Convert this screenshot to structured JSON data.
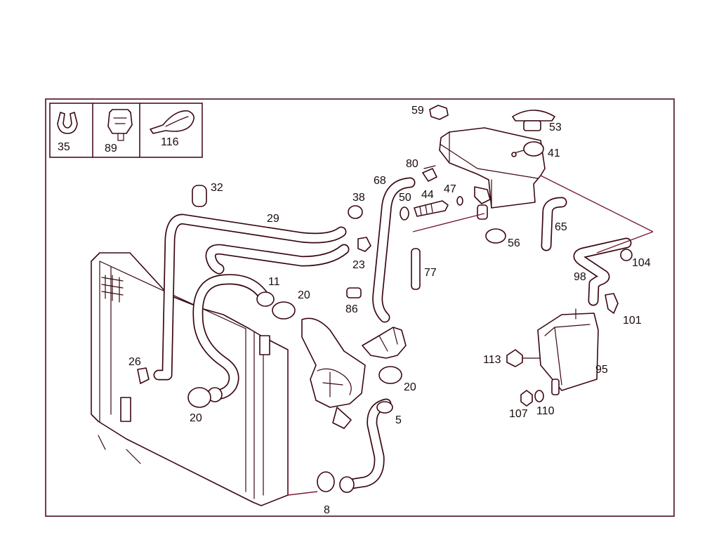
{
  "inset_labels": [
    "35",
    "89",
    "116"
  ],
  "callouts": {
    "c32": "32",
    "c29": "29",
    "c38": "38",
    "c23": "23",
    "c68": "68",
    "c80": "80",
    "c59": "59",
    "c53": "53",
    "c41": "41",
    "c50": "50",
    "c44": "44",
    "c47": "47",
    "c65": "65",
    "c56": "56",
    "c104": "104",
    "c98": "98",
    "c11": "11",
    "c20a": "20",
    "c86": "86",
    "c77": "77",
    "c101": "101",
    "c26": "26",
    "c20b": "20",
    "c20c": "20",
    "c113": "113",
    "c95": "95",
    "c5": "5",
    "c107": "107",
    "c110": "110",
    "c8": "8"
  },
  "colors": {
    "line": "#3a0812",
    "frame": "#4a0f1e",
    "leader": "#7a1c34",
    "background": "#ffffff"
  }
}
